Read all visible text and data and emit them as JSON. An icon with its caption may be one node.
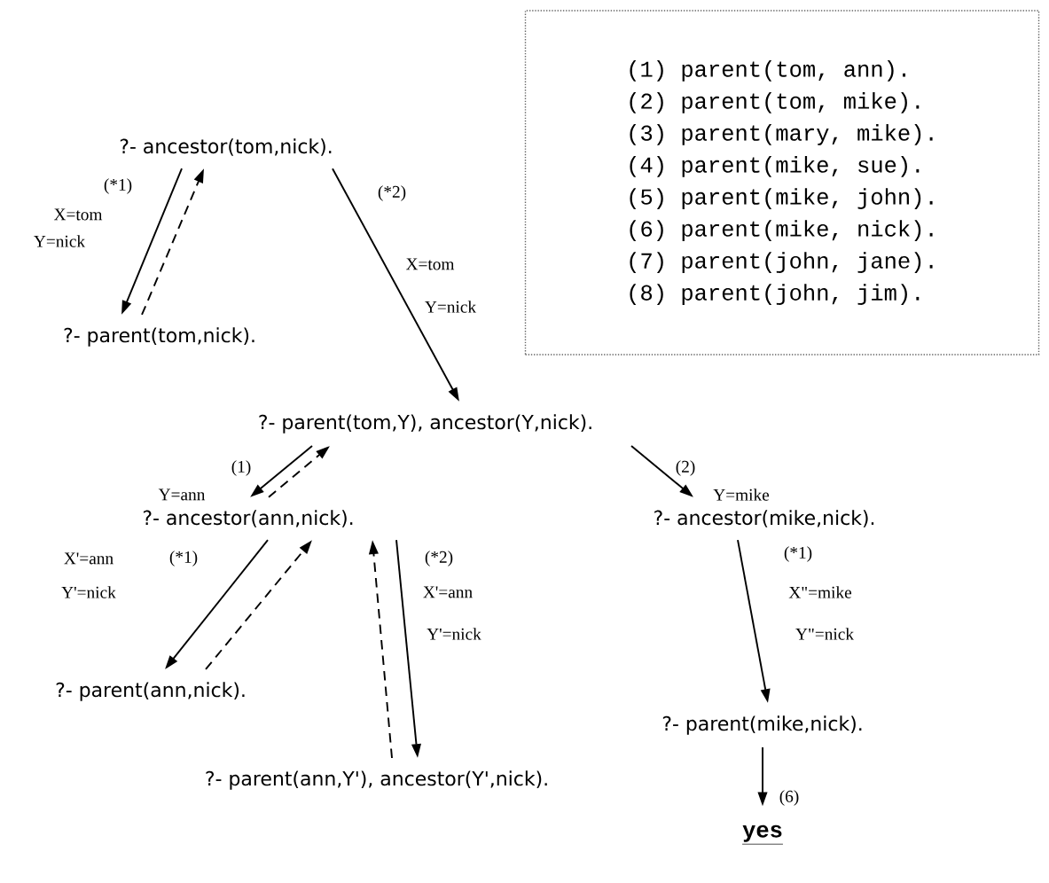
{
  "diagram": {
    "nodes": [
      {
        "text": [
          "?- ancestor(tom,nick)."
        ]
      },
      {
        "text": [
          "?- parent(tom,nick)."
        ]
      },
      {
        "text": [
          "?- parent(tom,Y), ancestor(Y,nick)."
        ]
      },
      {
        "text": [
          "?- ancestor(ann,nick)."
        ]
      },
      {
        "text": [
          "?- ancestor(mike,nick)."
        ]
      },
      {
        "text": [
          "?- parent(ann,nick)."
        ]
      },
      {
        "text": [
          "?- parent(ann,Y'), ancestor(Y',nick)."
        ]
      },
      {
        "text": [
          "?- parent(mike,nick)."
        ]
      },
      {
        "text": [
          "yes"
        ]
      },
      {
        "text": [
          "(1) parent(tom, ann).",
          "(2) parent(tom, mike).",
          "(3) parent(mary, mike).",
          "(4) parent(mike, sue).",
          "(5) parent(mike, john).",
          "(6) parent(mike, nick).",
          "(7) parent(john, jane).",
          "(8) parent(john, jim)."
        ]
      }
    ],
    "edges": [
      {
        "from": 0,
        "to": 1,
        "arrow": "to",
        "label": "(*1)"
      },
      {
        "from": 1,
        "to": 0,
        "arrow": "to",
        "style": "dashed"
      },
      {
        "from": 0,
        "to": 2,
        "arrow": "to",
        "label": "(*2)"
      },
      {
        "from": 2,
        "to": 3,
        "arrow": "to",
        "label": "(1)"
      },
      {
        "from": 3,
        "to": 2,
        "arrow": "to",
        "style": "dashed"
      },
      {
        "from": 2,
        "to": 4,
        "arrow": "to",
        "label": "(2)"
      },
      {
        "from": 3,
        "to": 5,
        "arrow": "to",
        "label": "(*1)"
      },
      {
        "from": 5,
        "to": 3,
        "arrow": "to",
        "style": "dashed"
      },
      {
        "from": 3,
        "to": 6,
        "arrow": "to",
        "label": "(*2)"
      },
      {
        "from": 6,
        "to": 3,
        "arrow": "to",
        "style": "dashed"
      },
      {
        "from": 4,
        "to": 7,
        "arrow": "to",
        "label": "(*1)"
      },
      {
        "from": 7,
        "to": 8,
        "arrow": "to",
        "label": "(6)"
      }
    ],
    "labels": [
      "X=tom",
      "Y=nick",
      "X=tom",
      "Y=nick",
      "Y=ann",
      "Y=mike",
      "X'=ann",
      "Y'=nick",
      "X'=ann",
      "Y'=nick",
      "X\"=mike",
      "Y\"=nick"
    ]
  }
}
